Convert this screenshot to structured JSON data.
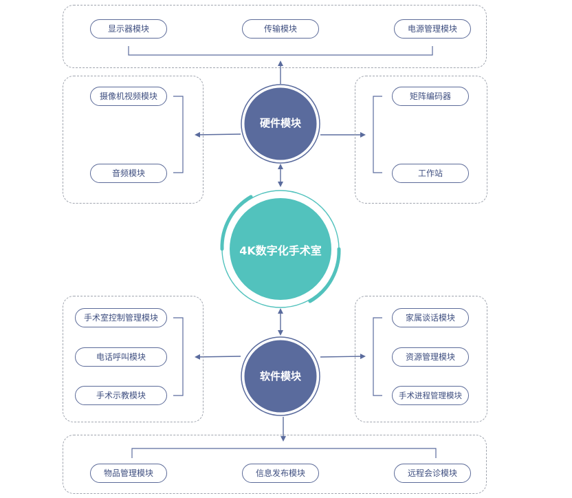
{
  "center": {
    "title": "4K数字化手术室"
  },
  "hardware": {
    "title": "硬件模块",
    "top_group": {
      "items": [
        "显示器模块",
        "传输模块",
        "电源管理模块"
      ]
    },
    "left_group": {
      "items": [
        "摄像机视频模块",
        "音频模块"
      ]
    },
    "right_group": {
      "items": [
        "矩阵编码器",
        "工作站"
      ]
    }
  },
  "software": {
    "title": "软件模块",
    "left_group": {
      "items": [
        "手术室控制管理模块",
        "电话呼叫模块",
        "手术示教模块"
      ]
    },
    "right_group": {
      "items": [
        "家属谈话模块",
        "资源管理模块",
        "手术进程管理模块"
      ]
    },
    "bottom_group": {
      "items": [
        "物品管理模块",
        "信息发布模块",
        "远程会诊模块"
      ]
    }
  },
  "colors": {
    "module_circle": "#5a6b9d",
    "center_circle": "#52c2bd",
    "pill_border": "#5b6a98",
    "pill_text": "#3f4f80",
    "dashed_border": "#9ea3ad",
    "connector": "#5a6b9d"
  }
}
